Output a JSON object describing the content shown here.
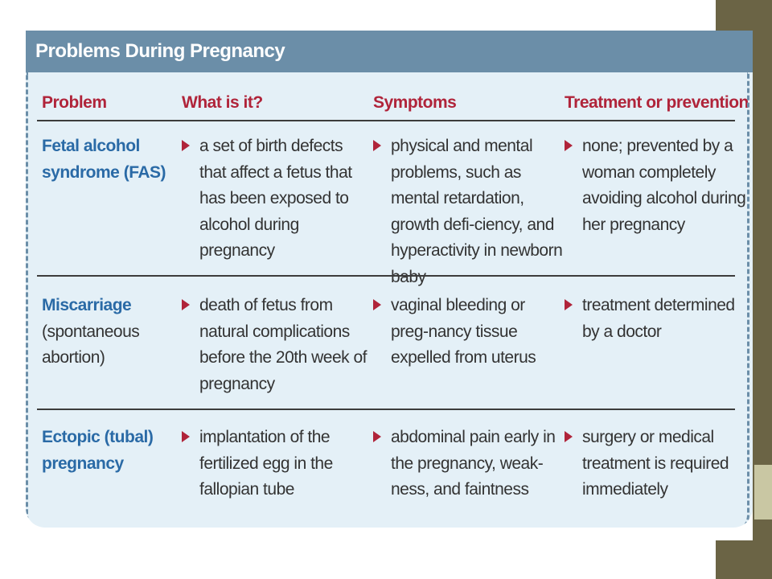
{
  "table": {
    "title": "Problems During Pregnancy",
    "headers": [
      "Problem",
      "What is it?",
      "Symptoms",
      "Treatment or prevention"
    ],
    "rows": [
      {
        "problem_bold": "Fetal alcohol syndrome (FAS)",
        "problem_rest": "",
        "what": "a set of birth defects that affect a fetus that has been exposed to alcohol during pregnancy",
        "symptoms": "physical and mental problems, such as mental retardation, growth defi-ciency, and hyperactivity in newborn baby",
        "treatment": "none; prevented by a woman completely avoiding alcohol during her pregnancy"
      },
      {
        "problem_bold": "Miscarriage",
        "problem_rest": "(spontaneous abortion)",
        "what": "death of fetus from natural complications before the 20th week of pregnancy",
        "symptoms": "vaginal bleeding or preg-nancy tissue expelled from uterus",
        "treatment": "treatment determined by a doctor"
      },
      {
        "problem_bold": "Ectopic (tubal) pregnancy",
        "problem_rest": "",
        "what": "implantation of the fertilized egg in the fallopian tube",
        "symptoms": "abdominal pain early in the pregnancy, weak-ness, and faintness",
        "treatment": "surgery or medical treatment is required immediately"
      }
    ]
  },
  "colors": {
    "header_bg": "#6b8ea8",
    "card_bg": "#e4f0f7",
    "column_head": "#b0243a",
    "problem_name": "#2a6aa6",
    "side_bar": "#6b6445"
  }
}
